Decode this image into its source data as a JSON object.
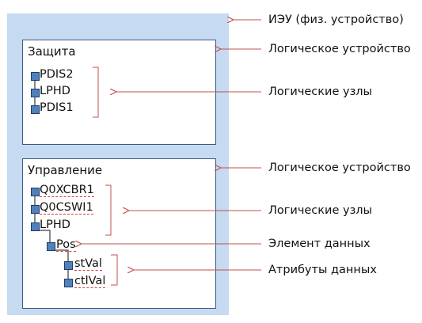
{
  "ied_label": "ИЭУ (физ. устройство)",
  "ld_label_1": "Логическое устройство",
  "ld_label_2": "Логическое устройство",
  "ln_label_1": "Логические узлы",
  "ln_label_2": "Логические узлы",
  "do_label": "Элемент данных",
  "da_label": "Атрибуты данных",
  "device1": {
    "title": "Защита",
    "nodes": [
      "PDIS2",
      "LPHD",
      "PDIS1"
    ]
  },
  "device2": {
    "title": "Управление",
    "nodes": [
      "Q0XCBR1",
      "Q0CSWI1",
      "LPHD"
    ],
    "data_object": "Pos",
    "attributes": [
      "stVal",
      "ctlVal"
    ]
  },
  "colors": {
    "ied_fill": "#c6daf1",
    "box_border": "#3b5a88",
    "node_square": "#4f81bd",
    "arrow": "#c0504d"
  }
}
